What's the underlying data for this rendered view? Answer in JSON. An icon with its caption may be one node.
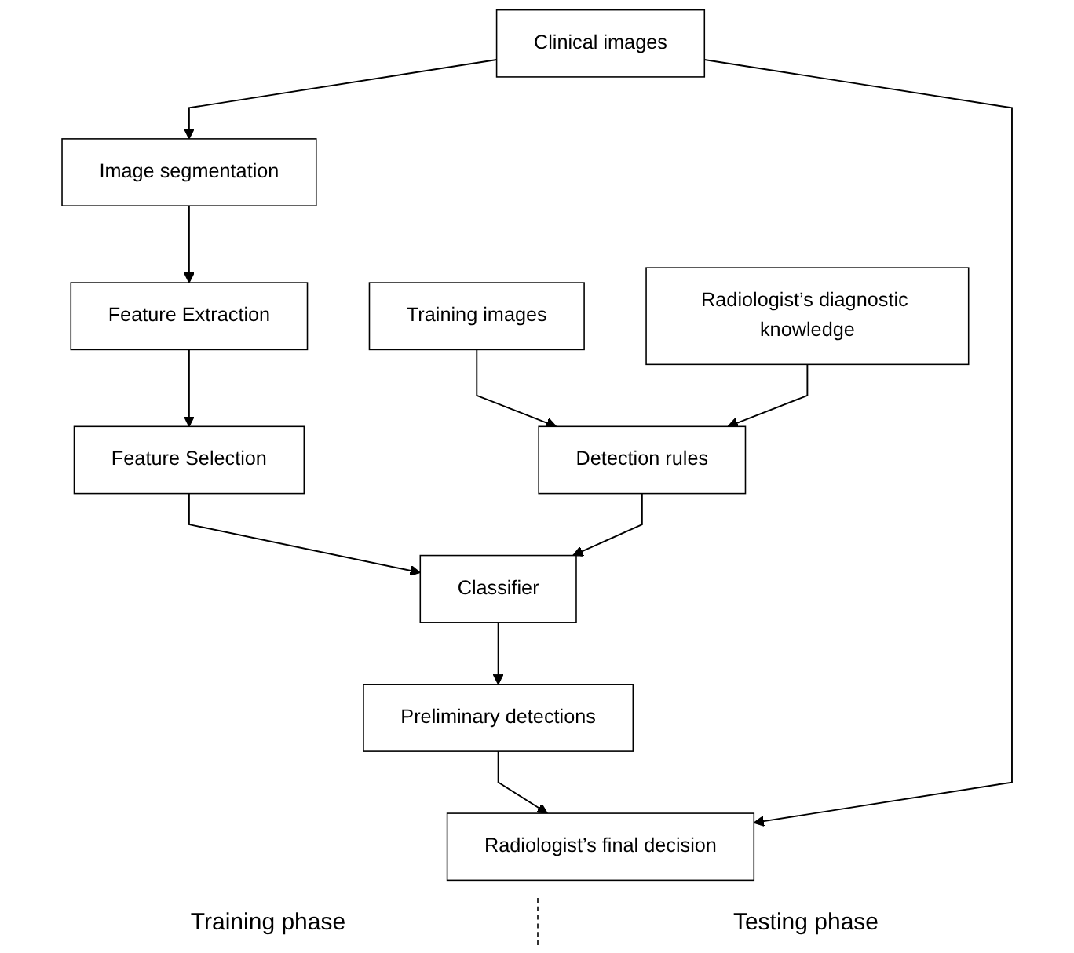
{
  "diagram": {
    "nodes": [
      {
        "text": [
          "Clinical images"
        ]
      },
      {
        "text": [
          "Image segmentation"
        ]
      },
      {
        "text": [
          "Feature Extraction"
        ]
      },
      {
        "text": [
          "Feature Selection"
        ]
      },
      {
        "text": [
          "Training images"
        ]
      },
      {
        "text": [
          "Detection rules"
        ]
      },
      {
        "text": [
          "Classifier"
        ]
      },
      {
        "text": [
          "Radiologist’s diagnostic knowledge"
        ]
      },
      {
        "text": [
          "Preliminary detections"
        ]
      },
      {
        "text": [
          "Radiologist’s final decision"
        ]
      }
    ],
    "edges": [
      {
        "from": 0,
        "to": 1,
        "arrow": "to"
      },
      {
        "from": 1,
        "to": 2,
        "arrow": "to"
      },
      {
        "from": 2,
        "to": 3,
        "arrow": "to"
      },
      {
        "from": 3,
        "to": 6,
        "arrow": "to"
      },
      {
        "from": 6,
        "to": 8,
        "arrow": "to"
      },
      {
        "from": 8,
        "to": 9,
        "arrow": "to"
      },
      {
        "from": 0,
        "to": 9,
        "arrow": "to"
      },
      {
        "from": 4,
        "to": 5,
        "arrow": "to"
      },
      {
        "from": 7,
        "to": 5,
        "arrow": "to"
      },
      {
        "from": 5,
        "to": 6,
        "arrow": "to"
      }
    ],
    "labels": [
      "Training phase",
      "Testing phase"
    ]
  }
}
